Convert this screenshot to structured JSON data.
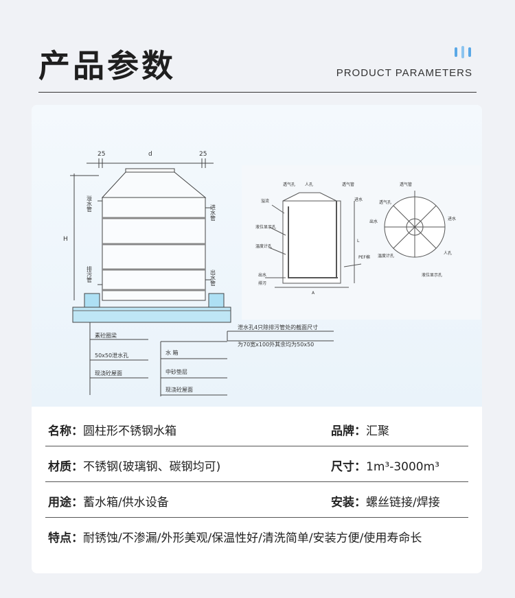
{
  "header": {
    "title": "产品参数",
    "subtitle": "PRODUCT PARAMETERS",
    "accent_color": "#5aa8e6"
  },
  "diagram_left": {
    "dim_left": "25",
    "dim_center": "d",
    "dim_right": "25",
    "dim_height": "H",
    "label_overflow": "溢水管",
    "label_inlet": "进水管",
    "label_drain": "排污管",
    "label_outlet": "出水管",
    "label_beam": "素砼圈梁",
    "label_hole": "50x50泄水孔",
    "label_slab": "现浇砼屋面",
    "label_tank": "水 箱",
    "label_sand": "中砂垫层",
    "label_slab2": "现浇砼屋面",
    "note_line1": "泄水孔4只除排污管处的截面尺寸",
    "note_line2": "为70宽x100外其余均为50x50"
  },
  "diagram_right": {
    "label_vent": "透气孔",
    "label_manhole": "人孔",
    "label_vent_pipe": "透气管",
    "label_overflow": "溢流",
    "label_inlet": "进水",
    "label_level_gauge": "液位显示孔",
    "label_temp_gauge": "温度计孔",
    "label_outlet": "出水",
    "label_drain": "排污",
    "label_insulation": "PEF棉",
    "label_l": "L",
    "label_a": "A",
    "plan_vent_pipe": "透气管",
    "plan_vent_hole": "透气孔",
    "plan_inlet": "进水",
    "plan_outlet": "出水",
    "plan_temp": "温度计孔",
    "plan_level": "液位显示孔",
    "plan_manhole": "人孔"
  },
  "specs": [
    {
      "left_key": "名称：",
      "left_val": "圆柱形不锈钢水箱",
      "right_key": "品牌：",
      "right_val": "汇聚"
    },
    {
      "left_key": "材质：",
      "left_val": "不锈钢(玻璃钢、碳钢均可)",
      "right_key": "尺寸：",
      "right_val": "1m³-3000m³"
    },
    {
      "left_key": "用途：",
      "left_val": "蓄水箱/供水设备",
      "right_key": "安装：",
      "right_val": "螺丝链接/焊接"
    },
    {
      "left_key": "特点：",
      "left_val": "耐锈蚀/不渗漏/外形美观/保温性好/清洗简单/安装方便/使用寿命长"
    }
  ]
}
